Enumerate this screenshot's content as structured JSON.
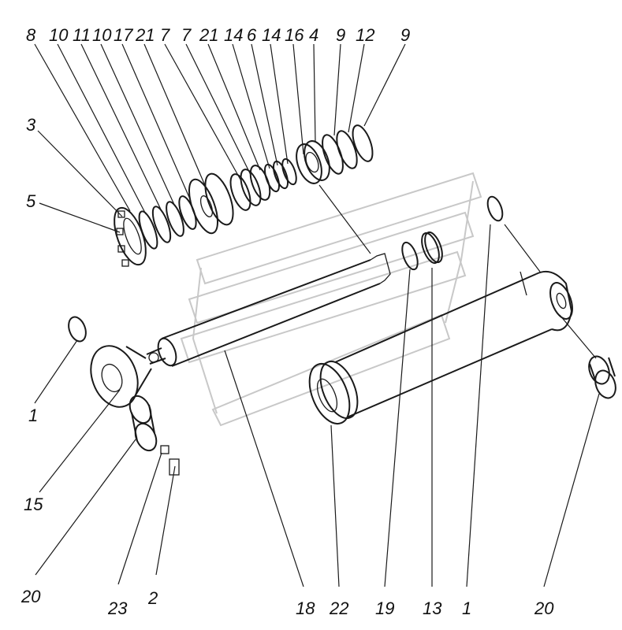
{
  "callouts_top": [
    {
      "text": "8"
    },
    {
      "text": "10"
    },
    {
      "text": "11"
    },
    {
      "text": "10"
    },
    {
      "text": "17"
    },
    {
      "text": "21"
    },
    {
      "text": "7"
    },
    {
      "text": "7"
    },
    {
      "text": "21"
    },
    {
      "text": "14"
    },
    {
      "text": "6"
    },
    {
      "text": "14"
    },
    {
      "text": "16"
    },
    {
      "text": "4"
    },
    {
      "text": "9"
    },
    {
      "text": "12"
    },
    {
      "text": "9"
    }
  ],
  "callouts_side": [
    {
      "text": "3"
    },
    {
      "text": "5"
    },
    {
      "text": "1"
    },
    {
      "text": "15"
    }
  ],
  "callouts_bottom": [
    {
      "text": "20"
    },
    {
      "text": "23"
    },
    {
      "text": "2"
    },
    {
      "text": "18"
    },
    {
      "text": "22"
    },
    {
      "text": "19"
    },
    {
      "text": "13"
    },
    {
      "text": "1"
    },
    {
      "text": "20"
    }
  ]
}
